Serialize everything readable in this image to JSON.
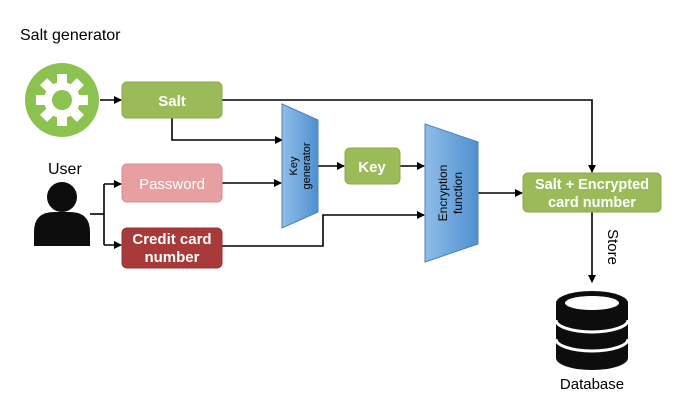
{
  "labels": {
    "salt_generator": "Salt generator",
    "user": "User",
    "salt": "Salt",
    "password": "Password",
    "credit_card_line1": "Credit card",
    "credit_card_line2": "number",
    "key_generator_line1": "Key",
    "key_generator_line2": "generator",
    "key": "Key",
    "encryption_line1": "Encryption",
    "encryption_line2": "function",
    "output_line1": "Salt + Encrypted",
    "output_line2": "card number",
    "store": "Store",
    "database": "Database"
  },
  "colors": {
    "green_box": "#9bbb59",
    "green_box_border": "#8aa84d",
    "password_box": "#e6a0a2",
    "credit_box": "#a83a3a",
    "blue_trapezoid": "#5b9bd5",
    "gear_circle": "#8cc24f",
    "icon_dark": "#0d0d0d",
    "arrow": "#000000"
  },
  "icons": {
    "salt_generator": "gear-icon",
    "user": "user-icon",
    "database": "database-icon"
  }
}
